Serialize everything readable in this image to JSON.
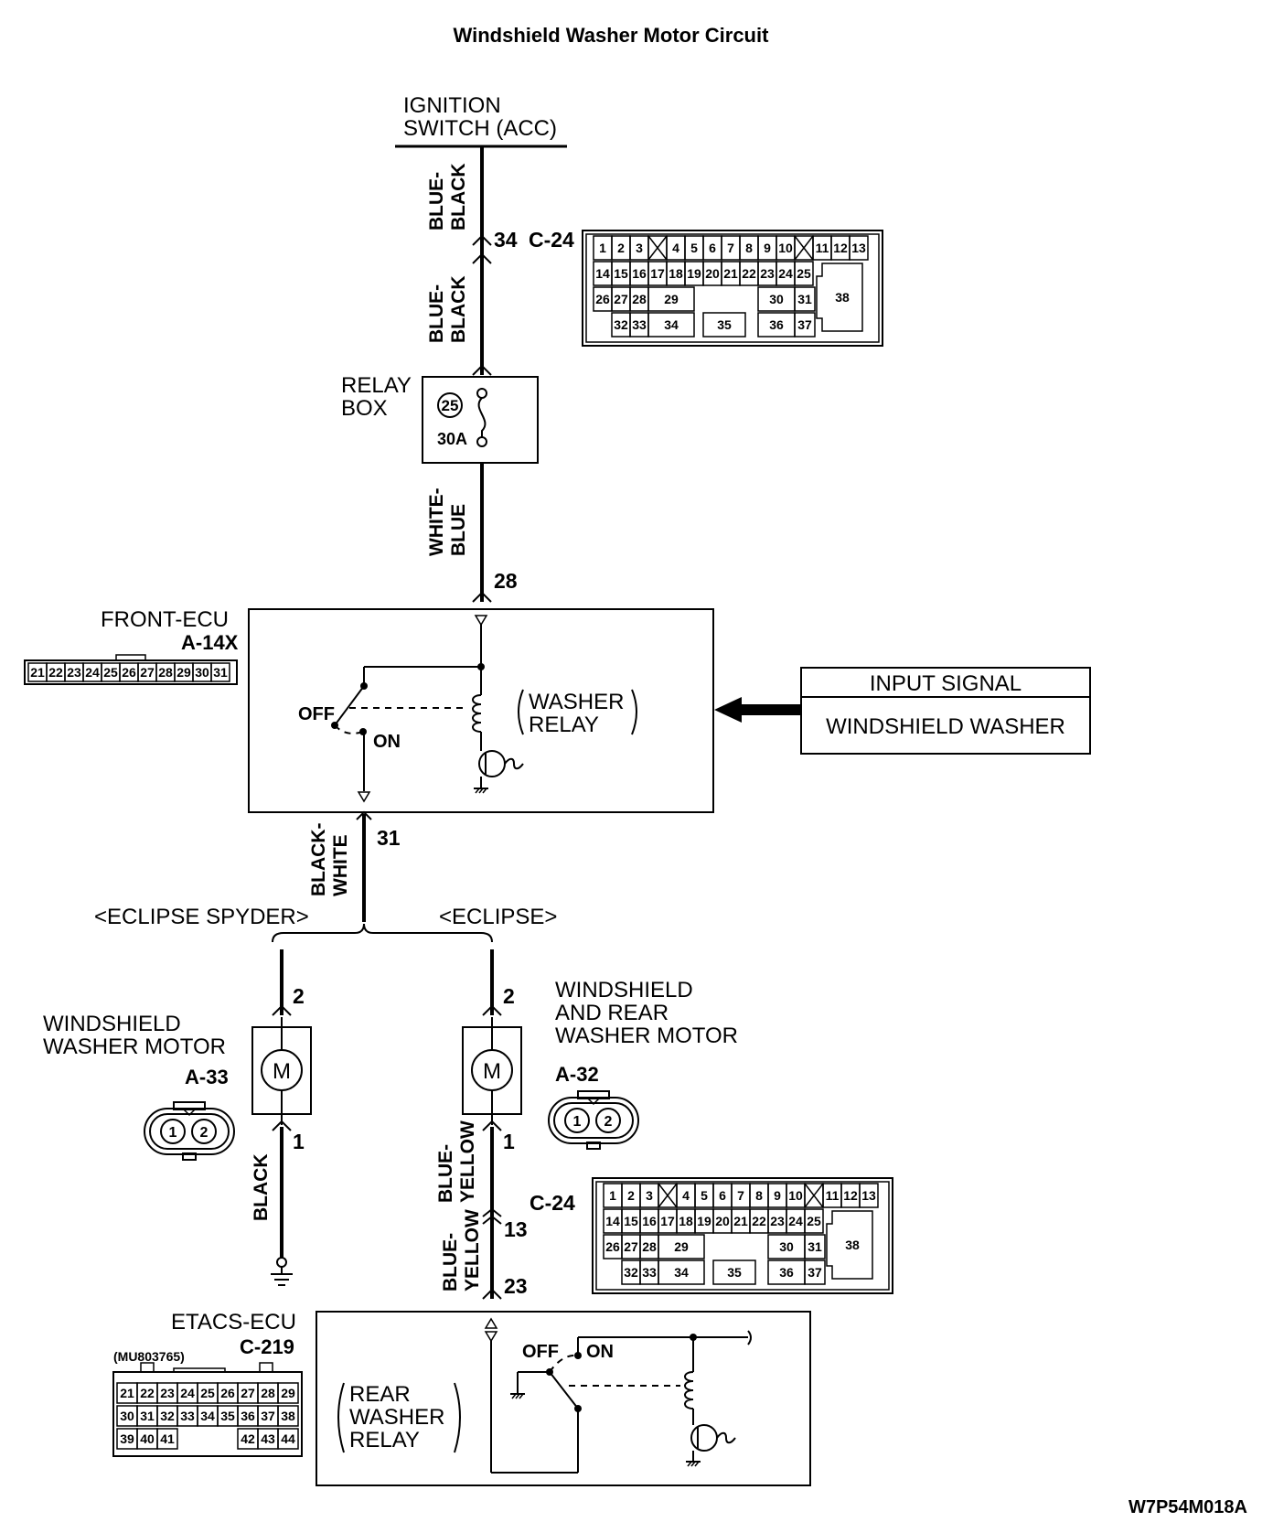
{
  "title": "Windshield Washer Motor Circuit",
  "ignition_switch": {
    "line1": "IGNITION",
    "line2": "SWITCH (ACC)"
  },
  "wires": {
    "top_upper": {
      "line1": "BLUE-",
      "line2": "BLACK"
    },
    "top_lower": {
      "line1": "BLUE-",
      "line2": "BLACK"
    },
    "white_blue": {
      "line1": "WHITE-",
      "line2": "BLUE"
    },
    "black_white": {
      "line1": "BLACK-",
      "line2": "WHITE"
    },
    "black": "BLACK",
    "blue_yellow_upper": {
      "line1": "BLUE-",
      "line2": "YELLOW"
    },
    "blue_yellow_lower": {
      "line1": "BLUE-",
      "line2": "YELLOW"
    }
  },
  "pins": {
    "c24_top": "34",
    "c24_top_conn": "C-24",
    "relay_out": "28",
    "ecu_out": "31",
    "spyder_motor_top": "2",
    "spyder_motor_bottom": "1",
    "eclipse_motor_top": "2",
    "eclipse_motor_bottom": "1",
    "c24_bottom": "13",
    "c24_bottom_conn": "C-24",
    "etacs_in": "23"
  },
  "relay_box": {
    "line1": "RELAY",
    "line2": "BOX",
    "fuse_no": "25",
    "fuse_rating": "30A"
  },
  "front_ecu": {
    "name": "FRONT-ECU",
    "code": "A-14X",
    "pins": [
      "21",
      "22",
      "23",
      "24",
      "25",
      "26",
      "27",
      "28",
      "29",
      "30",
      "31"
    ]
  },
  "washer_relay": {
    "line1": "WASHER",
    "line2": "RELAY",
    "off": "OFF",
    "on": "ON"
  },
  "input_signal": {
    "header": "INPUT SIGNAL",
    "value": "WINDSHIELD WASHER"
  },
  "variants": {
    "left": "<ECLIPSE SPYDER>",
    "right": "<ECLIPSE>"
  },
  "motor_left": {
    "line1": "WINDSHIELD",
    "line2": "WASHER MOTOR",
    "code": "A-33",
    "symbol": "M",
    "pins": [
      "1",
      "2"
    ]
  },
  "motor_right": {
    "line1": "WINDSHIELD",
    "line2": "AND REAR",
    "line3": "WASHER MOTOR",
    "code": "A-32",
    "symbol": "M",
    "pins": [
      "1",
      "2"
    ]
  },
  "etacs_ecu": {
    "name": "ETACS-ECU",
    "code": "C-219",
    "part": "(MU803765)",
    "rows": [
      [
        "21",
        "22",
        "23",
        "24",
        "25",
        "26",
        "27",
        "28",
        "29"
      ],
      [
        "30",
        "31",
        "32",
        "33",
        "34",
        "35",
        "36",
        "37",
        "38"
      ],
      [
        "39",
        "40",
        "41",
        "",
        "",
        "",
        "42",
        "43",
        "44"
      ]
    ]
  },
  "rear_washer_relay": {
    "line1": "REAR",
    "line2": "WASHER",
    "line3": "RELAY",
    "off": "OFF",
    "on": "ON"
  },
  "c24_connector": {
    "row1": [
      "1",
      "2",
      "3",
      "4",
      "5",
      "6",
      "7",
      "8",
      "9",
      "10",
      "11",
      "12",
      "13"
    ],
    "row2": [
      "14",
      "15",
      "16",
      "17",
      "18",
      "19",
      "20",
      "21",
      "22",
      "23",
      "24",
      "25"
    ],
    "row3": [
      "26",
      "27",
      "28",
      "29",
      "30",
      "31",
      "38"
    ],
    "row4": [
      "32",
      "33",
      "34",
      "35",
      "36",
      "37"
    ]
  },
  "figure_code": "W7P54M018A"
}
